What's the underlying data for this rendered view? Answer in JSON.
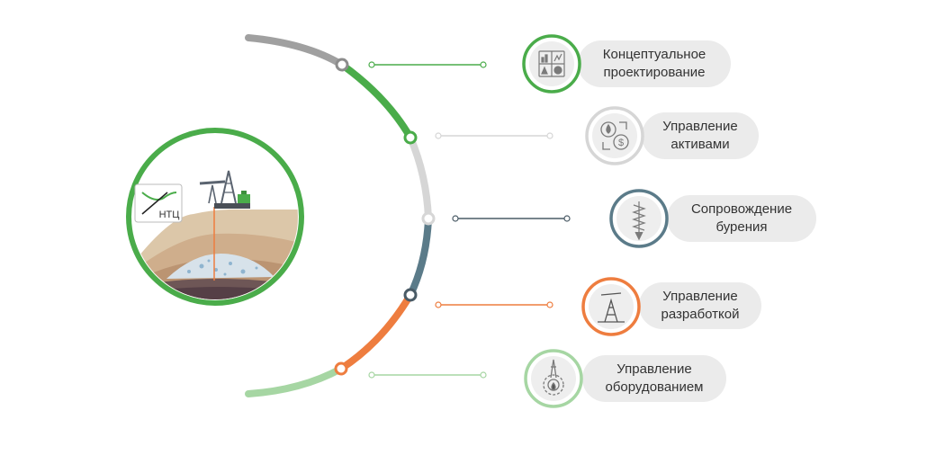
{
  "logo": {
    "text": "НТЦ"
  },
  "items": [
    {
      "label_line1": "Концептуальное",
      "label_line2": "проектирование",
      "color": "#4aac4a",
      "icon": "chart-analytics-icon"
    },
    {
      "label_line1": "Управление",
      "label_line2": "активами",
      "color": "#d6d6d6",
      "icon": "oil-drop-money-exchange-icon"
    },
    {
      "label_line1": "Сопровождение",
      "label_line2": "бурения",
      "color": "#5b7b89",
      "icon": "drill-bit-icon"
    },
    {
      "label_line1": "Управление",
      "label_line2": "разработкой",
      "color": "#ee7d3f",
      "icon": "pumpjack-derrick-icon"
    },
    {
      "label_line1": "Управление",
      "label_line2": "оборудованием",
      "color": "#a6d6a3",
      "icon": "gear-rig-icon"
    }
  ],
  "arc_colors": {
    "top": "#a0a0a0",
    "bottom": "#a6d6a3"
  },
  "hub_color": "#4aac4a"
}
